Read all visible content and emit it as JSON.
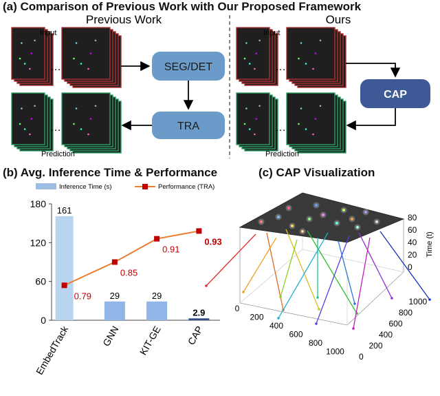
{
  "panel_a": {
    "title": "(a) Comparison of Previous Work with Our Proposed Framework",
    "left_header": "Previous Work",
    "right_header": "Ours",
    "input_label": "Input",
    "prediction_label": "Prediction",
    "seg_det_label": "SEG/DET",
    "tra_label": "TRA",
    "cap_label": "CAP",
    "ellipsis": "…"
  },
  "panel_b": {
    "title": "(b) Avg. Inference Time & Performance"
  },
  "panel_c": {
    "title": "(c) CAP Visualization",
    "zlabel": "Time (t)",
    "x_ticks": [
      "0",
      "200",
      "400",
      "600",
      "800",
      "1000"
    ],
    "y_ticks": [
      "0",
      "200",
      "400",
      "600",
      "800",
      "1000"
    ],
    "z_ticks": [
      "0",
      "20",
      "40",
      "60",
      "80"
    ]
  },
  "colors": {
    "bar_light": "#b9d4ef",
    "bar_mid": "#8fb6e6",
    "bar_dark": "#2f4f86",
    "line": "#ed7d31",
    "marker": "#c00000",
    "box_light": "#6b9cc9",
    "box_dark": "#3d5a96"
  },
  "chart_data": [
    {
      "type": "bar",
      "categories": [
        "EmbedTrack",
        "GNN",
        "KIT-GE",
        "CAP"
      ],
      "series": [
        {
          "name": "Inference Time (s)",
          "values": [
            161,
            29,
            29,
            2.9
          ],
          "labels": [
            "161",
            "29",
            "29",
            "2.9"
          ]
        },
        {
          "name": "Performance (TRA)",
          "values": [
            0.79,
            0.85,
            0.91,
            0.93
          ],
          "labels": [
            "0.79",
            "0.85",
            "0.91",
            "0.93"
          ]
        }
      ],
      "y_ticks": [
        "0",
        "60",
        "120",
        "180"
      ],
      "ylim": [
        0,
        180
      ],
      "perf_range": [
        0.7,
        1.0
      ],
      "legend": "top"
    }
  ]
}
